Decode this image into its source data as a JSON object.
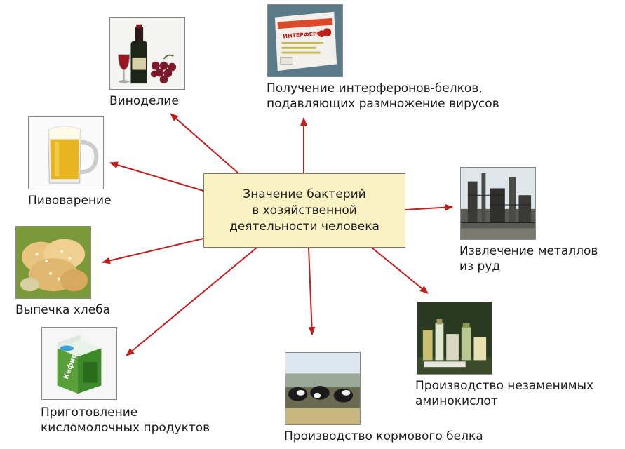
{
  "center": {
    "lines": [
      "Значение бактерий",
      "в хозяйственной",
      "деятельности человека"
    ]
  },
  "arrow_color": "#c0201e",
  "items": {
    "wine": {
      "lines": [
        "Виноделие"
      ],
      "icon": "wine-bottle-icon"
    },
    "interferon": {
      "lines": [
        "Получение интерферонов-белков,",
        "подавляющих размножение вирусов"
      ],
      "icon": "medicine-box-icon",
      "box_text": "ИНТЕРФЕРОН"
    },
    "beer": {
      "lines": [
        "Пивоварение"
      ],
      "icon": "beer-mug-icon"
    },
    "metals": {
      "lines": [
        "Извлечение металлов",
        "из руд"
      ],
      "icon": "factory-icon"
    },
    "bread": {
      "lines": [
        "Выпечка хлеба"
      ],
      "icon": "bread-icon"
    },
    "amino": {
      "lines": [
        "Производство незаменимых",
        "аминокислот"
      ],
      "icon": "bottles-icon"
    },
    "dairy": {
      "lines": [
        "Приготовление",
        "кисломолочных продуктов"
      ],
      "icon": "kefir-carton-icon",
      "carton_text": "Кефир"
    },
    "feed": {
      "lines": [
        "Производство кормового белка"
      ],
      "icon": "cows-icon"
    }
  }
}
